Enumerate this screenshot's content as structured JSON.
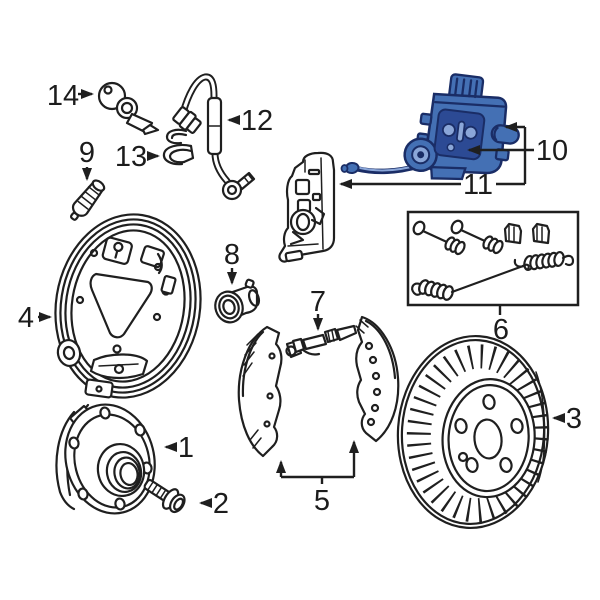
{
  "callouts": {
    "c1": "1",
    "c2": "2",
    "c3": "3",
    "c4": "4",
    "c5": "5",
    "c6": "6",
    "c7": "7",
    "c8": "8",
    "c9": "9",
    "c10": "10",
    "c11": "11",
    "c12": "12",
    "c13": "13",
    "c14": "14"
  },
  "colors": {
    "background": "#ffffff",
    "line": "#1f1f1f",
    "highlight_fill": "#4470b4",
    "highlight_outline": "#1a2d66",
    "highlight_light": "#8aa6d8",
    "highlight_panel": "#2c4a94"
  }
}
